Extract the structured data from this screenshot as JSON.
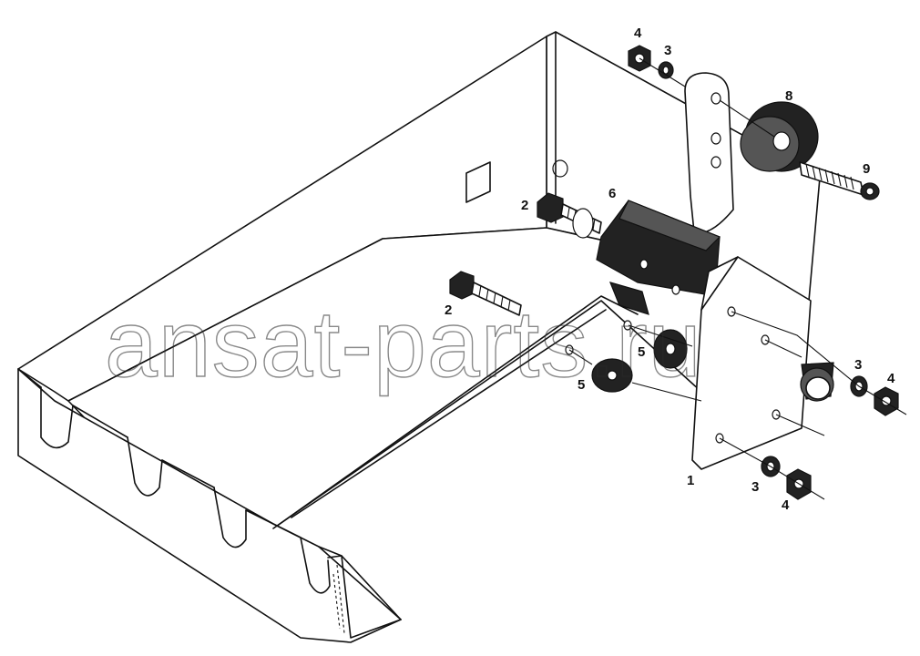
{
  "watermark": "ansat-parts.ru",
  "callouts": {
    "c1": "1",
    "c2a": "2",
    "c2b": "2",
    "c3a": "3",
    "c3b": "3",
    "c3c": "3",
    "c4a": "4",
    "c4b": "4",
    "c4c": "4",
    "c5a": "5",
    "c5b": "5",
    "c6": "6",
    "c8": "8",
    "c9": "9"
  }
}
